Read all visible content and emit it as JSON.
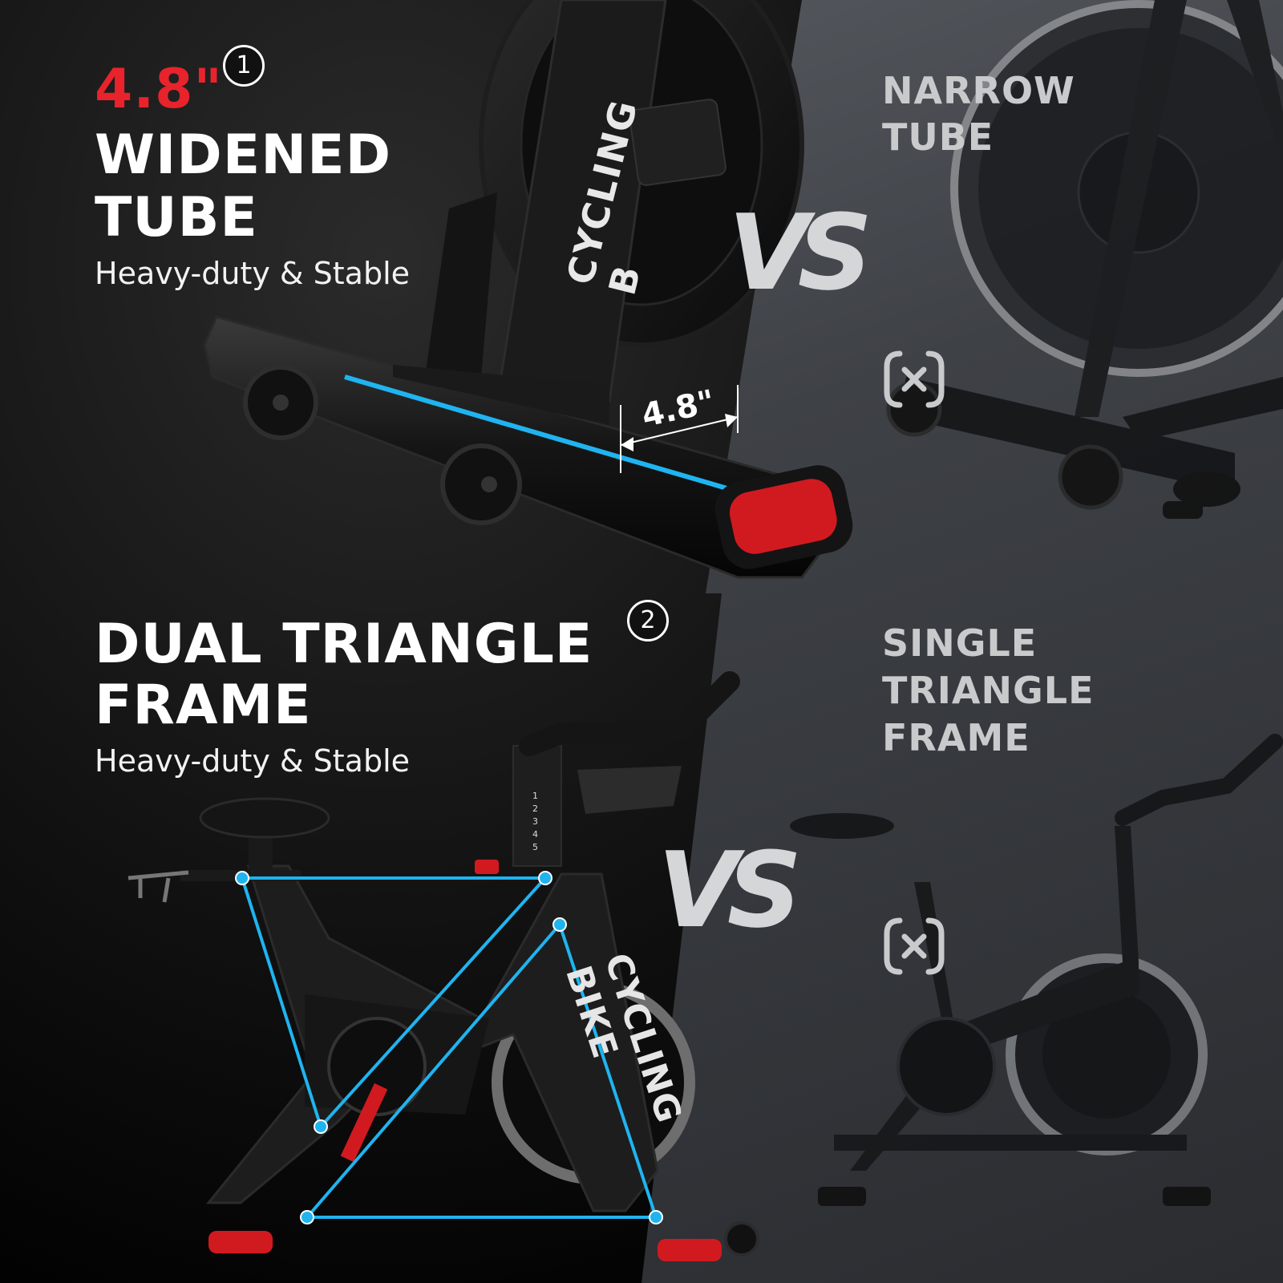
{
  "top_left": {
    "measure": "4.8\"",
    "badge": "1",
    "title_line1": "WIDENED",
    "title_line2": "TUBE",
    "subtitle": "Heavy-duty & Stable",
    "dimension_label": "4.8\"",
    "tube_text": "CYCLING B"
  },
  "top_right": {
    "title_line1": "NARROW",
    "title_line2": "TUBE"
  },
  "bottom_left": {
    "title_line1": "DUAL TRIANGLE",
    "badge": "2",
    "title_line2": "FRAME",
    "subtitle": "Heavy-duty & Stable",
    "frame_text": "CYCLING BIKE",
    "height_marks": [
      "1",
      "2",
      "3",
      "4",
      "5"
    ]
  },
  "bottom_right": {
    "title_line1": "SINGLE",
    "title_line2": "TRIANGLE",
    "title_line3": "FRAME"
  },
  "vs_label": "VS",
  "colors": {
    "accent_red": "#e8232c",
    "highlight_blue": "#1fb4f0",
    "text_white": "#ffffff",
    "text_grey": "#c9cacc"
  }
}
